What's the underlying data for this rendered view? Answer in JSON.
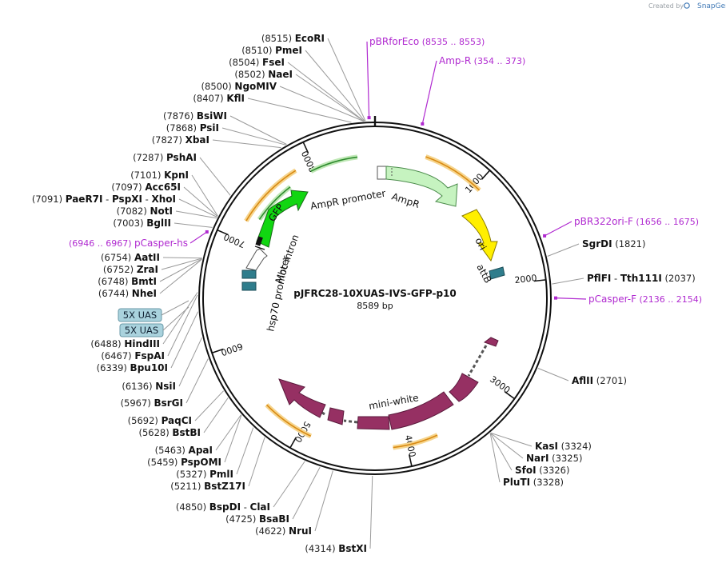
{
  "credit": {
    "prefix": "Created by",
    "brand": "SnapGene"
  },
  "plasmid": {
    "name": "pJFRC28-10XUAS-IVS-GFP-p10",
    "length_label": "8589 bp"
  },
  "features": {
    "ampr": "AmpR",
    "ampr_promoter": "AmpR promoter",
    "ori": "ori",
    "attb": "attB",
    "gfp": "GFP",
    "mhc_intron": "Mhc intron",
    "hsp70_promoter": "hsp70 promoter",
    "mini_white": "mini-white"
  },
  "uas_badges": [
    "5X UAS",
    "5X UAS"
  ],
  "ticks": [
    "1000",
    "2000",
    "3000",
    "4000",
    "5000",
    "6000",
    "7000",
    "8000"
  ],
  "sites": [
    {
      "pos": "(8515)",
      "name": "EcoRI"
    },
    {
      "pos": "(8510)",
      "name": "PmeI"
    },
    {
      "pos": "(8504)",
      "name": "FseI"
    },
    {
      "pos": "(8502)",
      "name": "NaeI"
    },
    {
      "pos": "(8500)",
      "name": "NgoMIV"
    },
    {
      "pos": "(8407)",
      "name": "KflI"
    },
    {
      "pos": "(7876)",
      "name": "BsiWI"
    },
    {
      "pos": "(7868)",
      "name": "PsiI"
    },
    {
      "pos": "(7827)",
      "name": "XbaI"
    },
    {
      "pos": "(7287)",
      "name": "PshAI"
    },
    {
      "pos": "(7101)",
      "name": "KpnI"
    },
    {
      "pos": "(7097)",
      "name": "Acc65I"
    },
    {
      "pos": "(7091)",
      "name": "PaeR7I",
      "name2": "PspXI",
      "name3": "XhoI"
    },
    {
      "pos": "(7082)",
      "name": "NotI"
    },
    {
      "pos": "(7003)",
      "name": "BglII"
    },
    {
      "pos": "(6754)",
      "name": "AatII"
    },
    {
      "pos": "(6752)",
      "name": "ZraI"
    },
    {
      "pos": "(6748)",
      "name": "BmtI"
    },
    {
      "pos": "(6744)",
      "name": "NheI"
    },
    {
      "pos": "(6488)",
      "name": "HindIII"
    },
    {
      "pos": "(6467)",
      "name": "FspAI"
    },
    {
      "pos": "(6339)",
      "name": "Bpu10I"
    },
    {
      "pos": "(6136)",
      "name": "NsiI"
    },
    {
      "pos": "(5967)",
      "name": "BsrGI"
    },
    {
      "pos": "(5692)",
      "name": "PaqCI"
    },
    {
      "pos": "(5628)",
      "name": "BstBI"
    },
    {
      "pos": "(5463)",
      "name": "ApaI"
    },
    {
      "pos": "(5459)",
      "name": "PspOMI"
    },
    {
      "pos": "(5327)",
      "name": "PmlI"
    },
    {
      "pos": "(5211)",
      "name": "BstZ17I"
    },
    {
      "pos": "(4850)",
      "name": "BspDI",
      "name2": "ClaI"
    },
    {
      "pos": "(4725)",
      "name": "BsaBI"
    },
    {
      "pos": "(4622)",
      "name": "NruI"
    },
    {
      "pos": "(4314)",
      "name": "BstXI"
    },
    {
      "pos": "(3324)",
      "name": "KasI"
    },
    {
      "pos": "(3325)",
      "name": "NarI"
    },
    {
      "pos": "(3326)",
      "name": "SfoI"
    },
    {
      "pos": "(3328)",
      "name": "PluTI"
    },
    {
      "pos": "(2701)",
      "name": "AflII"
    },
    {
      "pos": "(2037)",
      "name": "PflFI",
      "name2": "Tth111I"
    },
    {
      "pos": "(1821)",
      "name": "SgrDI"
    }
  ],
  "primers": [
    {
      "name": "pBRforEco",
      "range": "(8535 .. 8553)"
    },
    {
      "name": "Amp-R",
      "range": "(354 .. 373)"
    },
    {
      "name": "pBR322ori-F",
      "range": "(1656 .. 1675)"
    },
    {
      "name": "pCasper-F",
      "range": "(2136 .. 2154)"
    },
    {
      "name": "pCasper-hs",
      "range": "(6946 .. 6967)"
    }
  ]
}
